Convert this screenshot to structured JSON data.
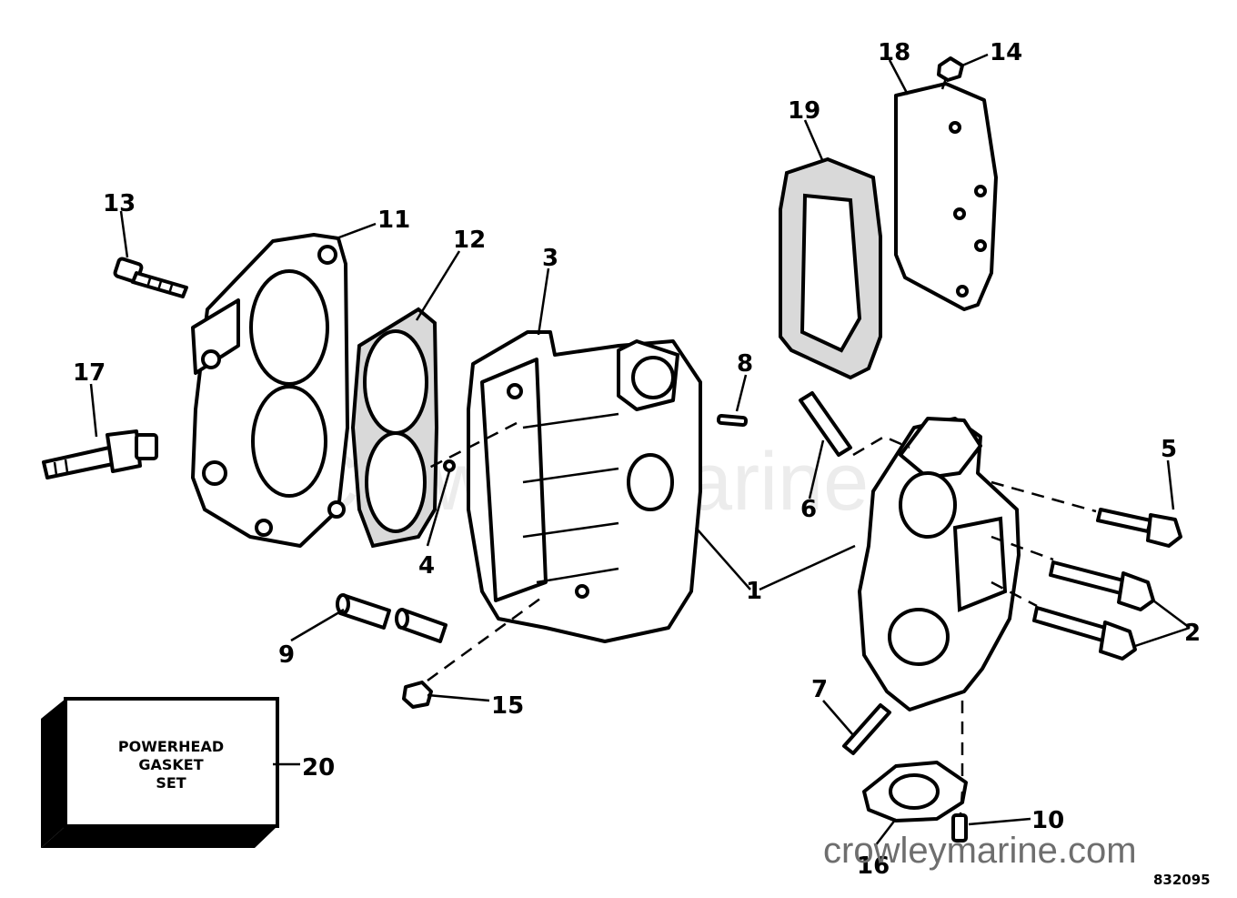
{
  "callouts": {
    "c1": "1",
    "c2": "2",
    "c3": "3",
    "c4": "4",
    "c5": "5",
    "c6": "6",
    "c7": "7",
    "c8": "8",
    "c9": "9",
    "c10": "10",
    "c11": "11",
    "c12": "12",
    "c13": "13",
    "c14": "14",
    "c15": "15",
    "c16": "16",
    "c17": "17",
    "c18": "18",
    "c19": "19",
    "c20": "20"
  },
  "gasket_box": {
    "line1": "POWERHEAD",
    "line2": "GASKET",
    "line3": "SET"
  },
  "watermark": "Crowley Marine",
  "website": "crowleymarine.com",
  "drawing_code": "832095",
  "colors": {
    "ink": "#000000",
    "gasket_fill": "#d9d9d9",
    "watermark": "#ececec",
    "site_text": "#6e6e6e"
  }
}
